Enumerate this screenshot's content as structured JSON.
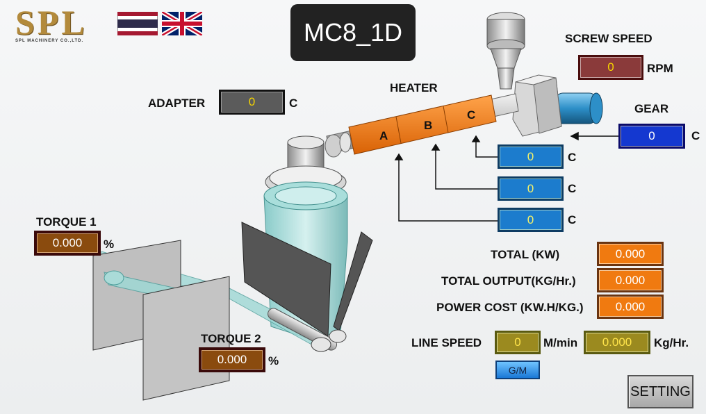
{
  "brand": {
    "logo_text": "SPL",
    "logo_subtitle": "SPL MACHINERY CO.,LTD."
  },
  "title": "MC8_1D",
  "languages": [
    "thai-flag-icon",
    "uk-flag-icon"
  ],
  "screw_speed": {
    "label": "SCREW SPEED",
    "value": "0",
    "unit": "RPM"
  },
  "adapter": {
    "label": "ADAPTER",
    "value": "0",
    "unit": "C"
  },
  "heater": {
    "label": "HEATER",
    "zone_labels": [
      "A",
      "B",
      "C"
    ],
    "zones": [
      {
        "value": "0",
        "unit": "C"
      },
      {
        "value": "0",
        "unit": "C"
      },
      {
        "value": "0",
        "unit": "C"
      }
    ]
  },
  "gear": {
    "label": "GEAR",
    "value": "0",
    "unit": "C"
  },
  "torque1": {
    "label": "TORQUE 1",
    "value": "0.000",
    "unit": "%"
  },
  "torque2": {
    "label": "TORQUE 2",
    "value": "0.000",
    "unit": "%"
  },
  "totals": [
    {
      "label": "TOTAL (KW)",
      "value": "0.000"
    },
    {
      "label": "TOTAL OUTPUT(KG/Hr.)",
      "value": "0.000"
    },
    {
      "label": "POWER COST (KW.H/KG.)",
      "value": "0.000"
    }
  ],
  "line_speed": {
    "label": "LINE SPEED",
    "value": "0",
    "unit": "M/min",
    "output_value": "0.000",
    "output_unit": "Kg/Hr."
  },
  "buttons": {
    "gm": "G/M",
    "setting": "SETTING"
  },
  "colors": {
    "heater_orange": "#f07a10",
    "title_bg": "#222222",
    "logo_gold": "#b38a3c"
  }
}
